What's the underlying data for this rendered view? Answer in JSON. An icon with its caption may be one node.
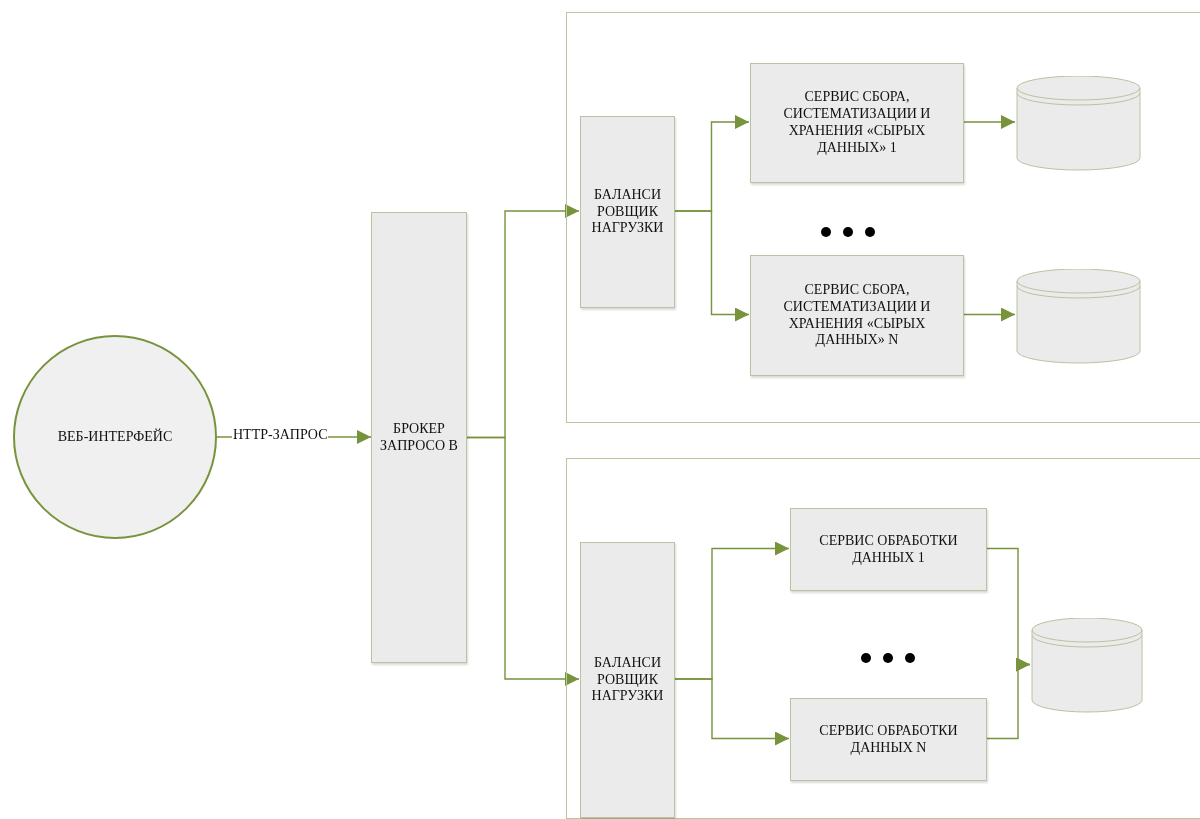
{
  "diagram": {
    "nodes": [
      {
        "text": [
          "ВЕБ-ИНТЕРФЕЙС"
        ]
      },
      {
        "text": [
          "БРОКЕР ЗАПРОСО В"
        ]
      },
      {
        "text": [],
        "shape": "box"
      },
      {
        "text": [
          "БАЛАНСИ РОВЩИК НАГРУЗКИ"
        ],
        "in": 2
      },
      {
        "text": [
          "СЕРВИС СБОРА, СИСТЕМАТИЗАЦИИ И ХРАНЕНИЯ «СЫРЫХ ДАННЫХ» 1"
        ],
        "in": 2
      },
      {
        "text": [
          "СЕРВИС СБОРА, СИСТЕМАТИЗАЦИИ И ХРАНЕНИЯ «СЫРЫХ ДАННЫХ» N"
        ],
        "in": 2
      },
      {
        "text": [],
        "shape": "cylinder",
        "in": 2
      },
      {
        "text": [],
        "shape": "cylinder",
        "in": 2
      },
      {
        "text": [],
        "shape": "box"
      },
      {
        "text": [
          "БАЛАНСИ РОВЩИК НАГРУЗКИ"
        ],
        "in": 8
      },
      {
        "text": [
          "СЕРВИС ОБРАБОТКИ ДАННЫХ 1"
        ],
        "in": 8
      },
      {
        "text": [
          "СЕРВИС ОБРАБОТКИ ДАННЫХ N"
        ],
        "in": 8
      },
      {
        "text": [],
        "shape": "cylinder",
        "in": 8
      }
    ],
    "edges": [
      {
        "from": 0,
        "to": 1,
        "arrow": "to",
        "label": "HTTP-ЗАПРОС"
      },
      {
        "from": 1,
        "to": 3,
        "arrow": "to"
      },
      {
        "from": 1,
        "to": 9,
        "arrow": "to"
      },
      {
        "from": 3,
        "to": 4,
        "arrow": "to"
      },
      {
        "from": 3,
        "to": 5,
        "arrow": "to"
      },
      {
        "from": 4,
        "to": 6,
        "arrow": "to"
      },
      {
        "from": 5,
        "to": 7,
        "arrow": "to"
      },
      {
        "from": 9,
        "to": 10,
        "arrow": "to"
      },
      {
        "from": 9,
        "to": 11,
        "arrow": "to"
      },
      {
        "from": 10,
        "to": 12,
        "arrow": "to"
      },
      {
        "from": 11,
        "to": 12,
        "arrow": "to"
      }
    ]
  }
}
